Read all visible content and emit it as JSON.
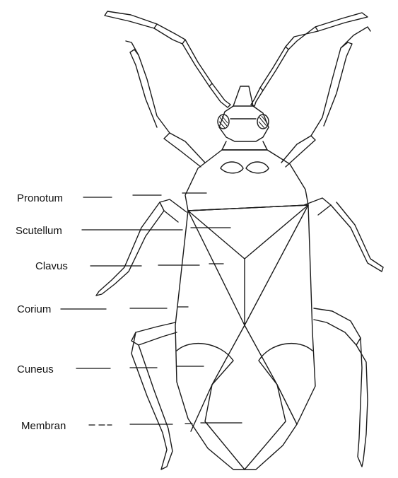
{
  "diagram": {
    "labels": [
      {
        "id": "pronotum",
        "text": "Pronotum"
      },
      {
        "id": "scutellum",
        "text": "Scutellum"
      },
      {
        "id": "clavus",
        "text": "Clavus"
      },
      {
        "id": "corium",
        "text": "Corium"
      },
      {
        "id": "cuneus",
        "text": "Cuneus"
      },
      {
        "id": "membran",
        "text": "Membran"
      }
    ],
    "colors": {
      "ink": "#1a1a1a",
      "background": "#ffffff"
    }
  }
}
